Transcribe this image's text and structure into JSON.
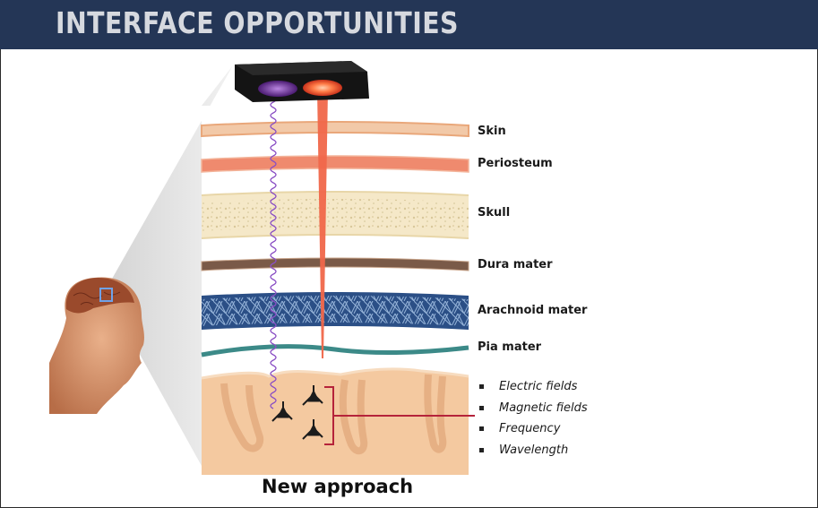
{
  "banner": {
    "title": "INTERFACE OPPORTUNITIES",
    "color": "#243656"
  },
  "layers": [
    {
      "label": "Skin"
    },
    {
      "label": "Periosteum"
    },
    {
      "label": "Skull"
    },
    {
      "label": "Dura mater"
    },
    {
      "label": "Arachnoid mater"
    },
    {
      "label": "Pia mater"
    }
  ],
  "properties": [
    "Electric fields",
    "Magnetic fields",
    "Frequency",
    "Wavelength"
  ],
  "caption": "New approach",
  "colors": {
    "ultrasound_emitter": "#6a2a8a",
    "laser_emitter": "#e84a2a",
    "laser_beam": "#f0674a",
    "bracket": "#b5233a"
  },
  "icons": [
    "head-icon",
    "device-icon",
    "neuron-icon"
  ]
}
